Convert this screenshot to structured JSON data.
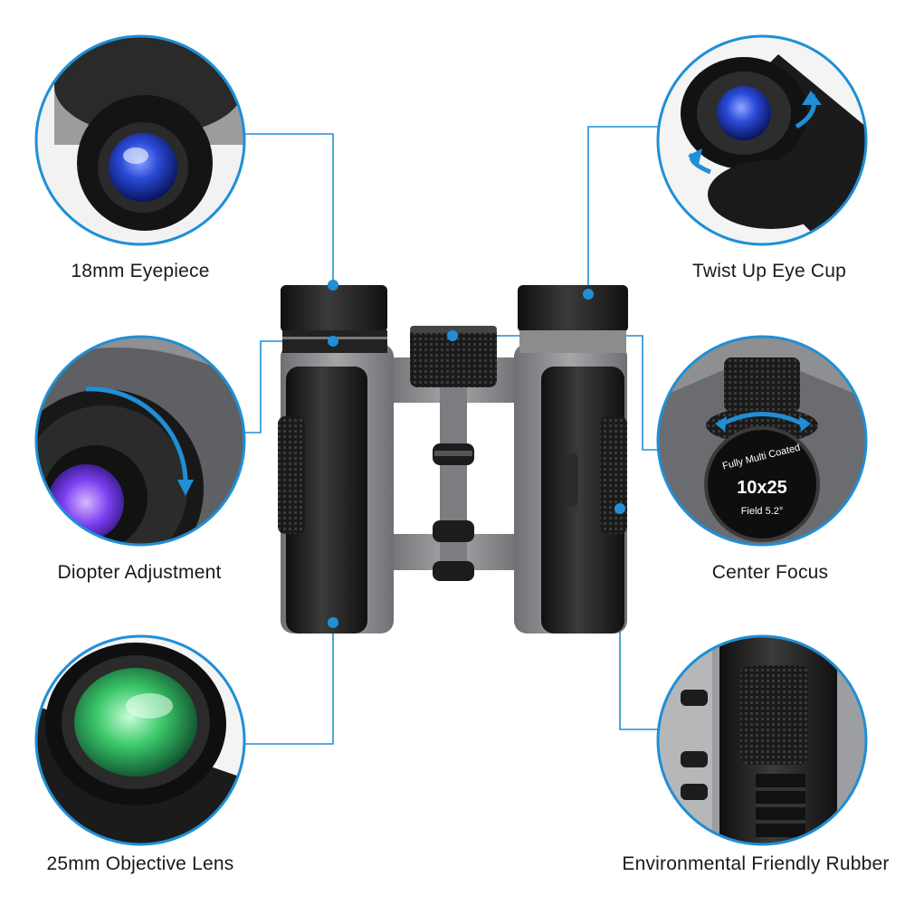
{
  "features": {
    "eyepiece": "18mm Eyepiece",
    "diopter": "Diopter Adjustment",
    "objective": "25mm Objective Lens",
    "eye_cup": "Twist Up Eye Cup",
    "center_focus": "Center Focus",
    "rubber": "Environmental Friendly Rubber"
  },
  "focus_badge": {
    "magnification": "10x25",
    "coating": "Fully Multi Coated",
    "field": "Field 5.2°"
  },
  "colors": {
    "accent": "#1f8fd6",
    "body_black": "#1b1b1b",
    "body_grey": "#8d8f91",
    "lens_blue": "#2b4bd8",
    "lens_green": "#3cc86a"
  },
  "icons": [
    "binoculars-image",
    "eyepiece-closeup",
    "diopter-closeup",
    "objective-lens-closeup",
    "eye-cup-closeup",
    "center-focus-closeup",
    "rubber-grip-closeup",
    "rotate-arrow-icon"
  ]
}
